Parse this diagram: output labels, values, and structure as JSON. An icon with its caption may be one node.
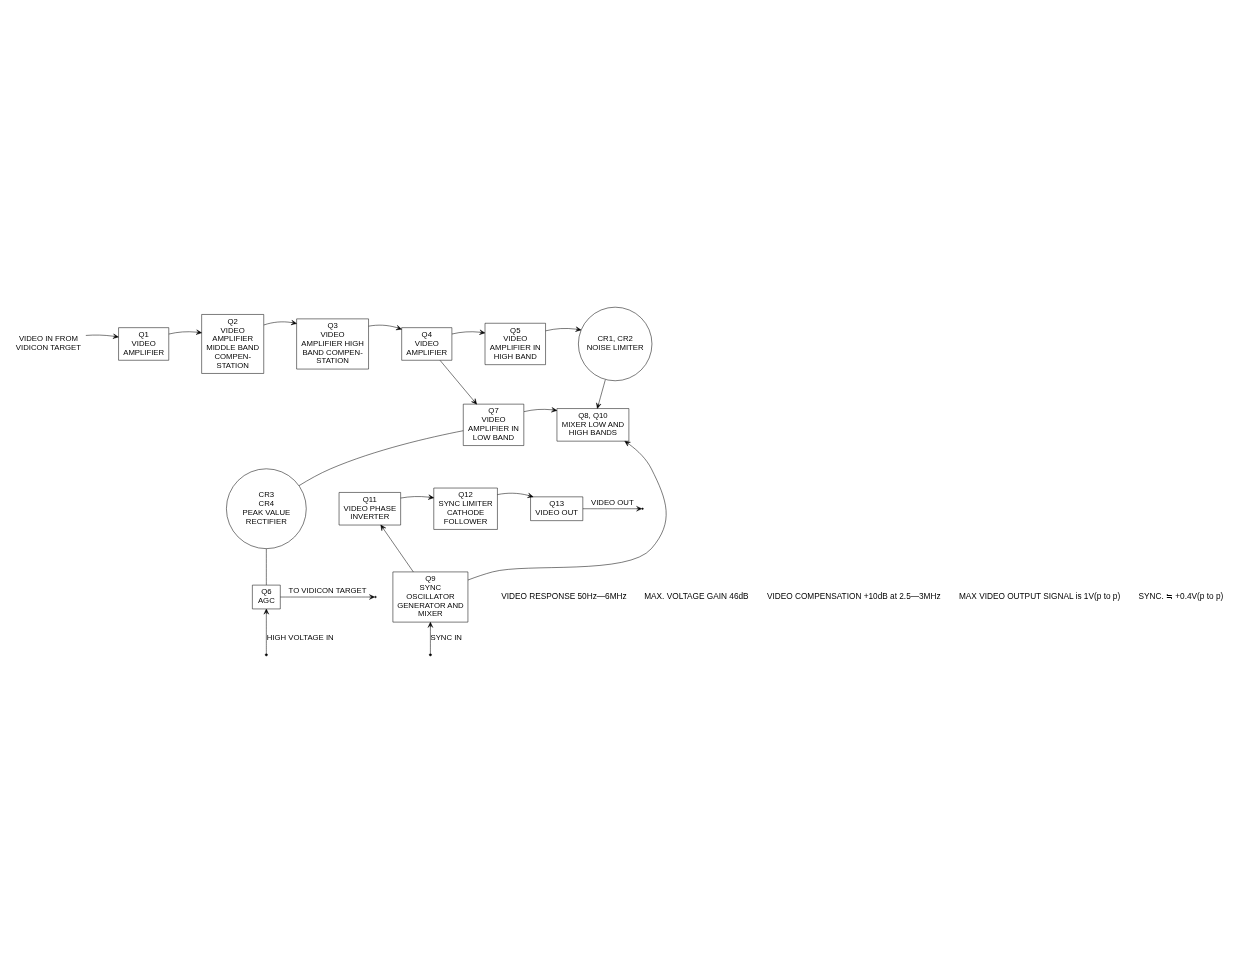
{
  "diagram": {
    "nodes": [
      {
        "text": [
          "VIDEO IN FROM VIDICON TARGET"
        ]
      },
      {
        "text": [
          "Q1",
          "VIDEO AMPLIFIER"
        ]
      },
      {
        "text": [
          "Q2",
          "VIDEO AMPLIFIER MIDDLE BAND COMPEN- STATION"
        ]
      },
      {
        "text": [
          "Q3",
          "VIDEO AMPLIFIER HIGH BAND COMPEN- STATION"
        ]
      },
      {
        "text": [
          "Q4",
          "VIDEO AMPLIFIER"
        ]
      },
      {
        "text": [
          "Q5",
          "VIDEO AMPLIFIER IN HIGH BAND"
        ]
      },
      {
        "text": [
          "CR1, CR2",
          "NOISE LIMITER"
        ]
      },
      {
        "text": [
          "Q7",
          "VIDEO AMPLIFIER IN LOW BAND"
        ]
      },
      {
        "text": [
          "Q8, Q10",
          "MIXER LOW AND HIGH BANDS"
        ]
      },
      {
        "text": [
          "CR3",
          "CR4",
          "PEAK VALUE RECTIFIER"
        ]
      },
      {
        "text": [
          "Q11",
          "VIDEO PHASE INVERTER"
        ]
      },
      {
        "text": [
          "Q12",
          "SYNC LIMITER CATHODE FOLLOWER"
        ]
      },
      {
        "text": [
          "Q13",
          "VIDEO OUT"
        ]
      },
      {
        "text": [
          "Q6",
          "AGC"
        ]
      },
      {
        "text": [
          "Q9",
          "SYNC OSCILLATOR GENERATOR AND MIXER"
        ]
      }
    ],
    "edges": [
      {
        "from": 0,
        "to": 1,
        "arrow": "to"
      },
      {
        "from": 1,
        "to": 2,
        "arrow": "to"
      },
      {
        "from": 2,
        "to": 3,
        "arrow": "to"
      },
      {
        "from": 3,
        "to": 4,
        "arrow": "to"
      },
      {
        "from": 4,
        "to": 5,
        "arrow": "to"
      },
      {
        "from": 5,
        "to": 6,
        "arrow": "to"
      },
      {
        "from": 4,
        "to": 7,
        "arrow": "to"
      },
      {
        "from": 6,
        "to": 8,
        "arrow": "to"
      },
      {
        "from": 7,
        "to": 8,
        "arrow": "to"
      },
      {
        "from": 7,
        "to": 9,
        "arrow": "none"
      },
      {
        "from": 9,
        "to": 13,
        "arrow": "none"
      },
      {
        "from": 14,
        "to": 8,
        "arrow": "to"
      },
      {
        "from": 14,
        "to": 10,
        "arrow": "to"
      },
      {
        "from": 10,
        "to": 11,
        "arrow": "to"
      },
      {
        "from": 11,
        "to": 12,
        "arrow": "to"
      },
      {
        "from": 12,
        "to": null,
        "arrow": "to",
        "label": "VIDEO OUT"
      },
      {
        "from": 13,
        "to": null,
        "arrow": "to",
        "label": "TO VIDICON TARGET"
      },
      {
        "from": null,
        "to": 13,
        "arrow": "to",
        "label": "HIGH VOLTAGE IN"
      },
      {
        "from": null,
        "to": 14,
        "arrow": "to",
        "label": "SYNC IN"
      }
    ],
    "labels": [
      "VIDEO RESPONSE 50Hz—6MHz",
      "MAX. VOLTAGE GAIN 46dB",
      "VIDEO COMPENSATION +10dB at 2.5—3MHz",
      "MAX VIDEO OUTPUT SIGNAL is 1V(p to p)",
      "SYNC. ≒ +0.4V(p to p)"
    ]
  }
}
